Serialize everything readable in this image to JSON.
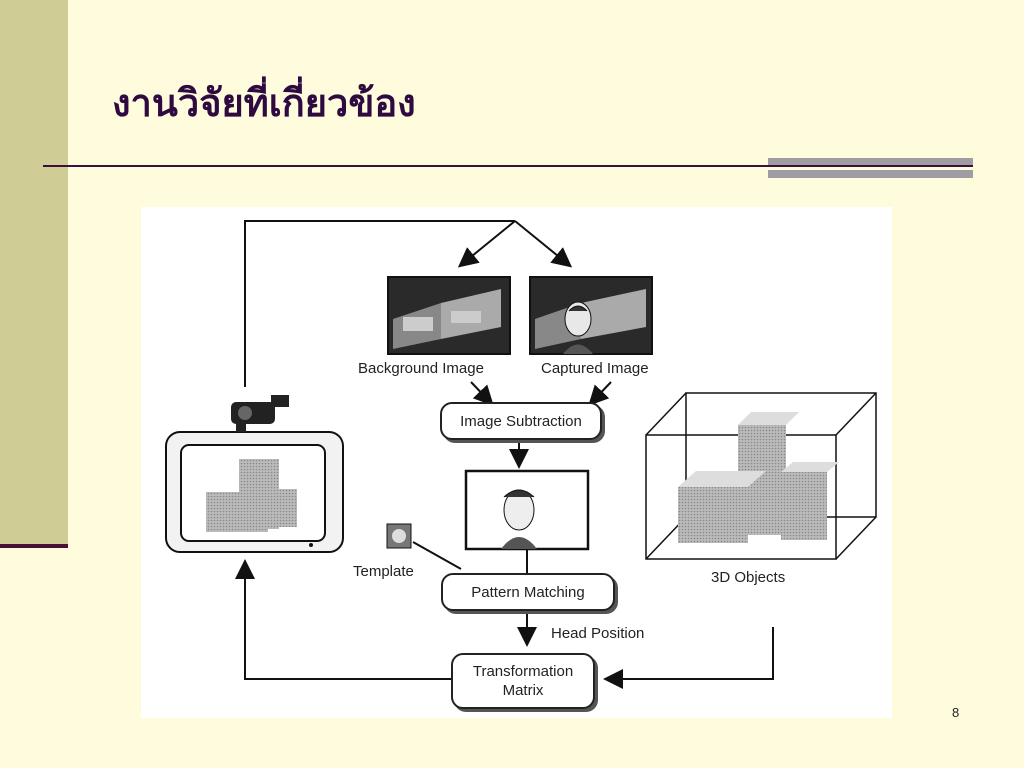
{
  "slide": {
    "title": "งานวิจัยที่เกี่ยวข้อง",
    "page_number": "8"
  },
  "diagram": {
    "labels": {
      "background_image": "Background Image",
      "captured_image": "Captured Image",
      "image_subtraction": "Image Subtraction",
      "template": "Template",
      "pattern_matching": "Pattern Matching",
      "head_position": "Head Position",
      "transformation_line1": "Transformation",
      "transformation_line2": "Matrix",
      "objects_3d": "3D Objects"
    },
    "icons": [
      "camcorder-icon",
      "monitor-icon",
      "template-face-icon",
      "cartoon-face-icon",
      "3d-cube-icon"
    ]
  }
}
